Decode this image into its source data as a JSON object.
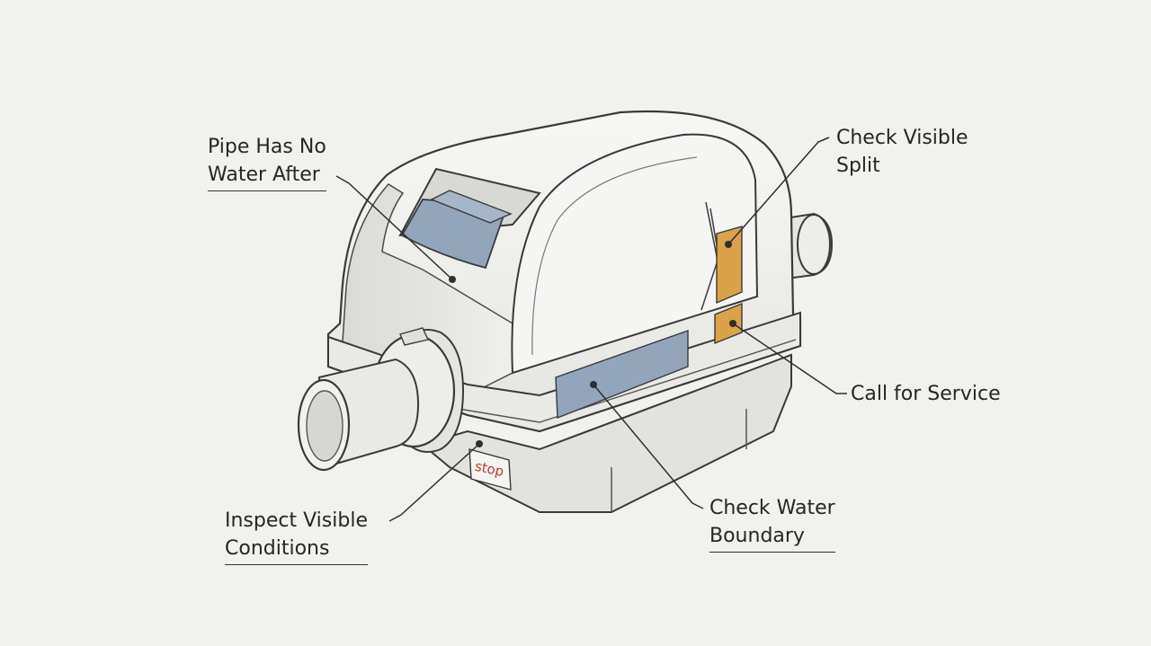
{
  "callouts": [
    {
      "id": "pipe-no-water",
      "lines": [
        "Pipe Has No",
        "Water After"
      ]
    },
    {
      "id": "check-visible-split",
      "lines": [
        "Check Visible",
        "Split"
      ]
    },
    {
      "id": "call-for-service",
      "lines": [
        "Call for Service"
      ]
    },
    {
      "id": "check-water-boundary",
      "lines": [
        "Check Water",
        "Boundary"
      ]
    },
    {
      "id": "inspect-visible-conditions",
      "lines": [
        "Inspect Visible",
        "Conditions"
      ]
    }
  ],
  "device": {
    "stop_label": "stop",
    "colors": {
      "body": "#ececea",
      "outline": "#3a3a3a",
      "blue_panel": "#93a5bb",
      "orange_panel": "#dba24a",
      "stop_text": "#c8322b"
    }
  }
}
